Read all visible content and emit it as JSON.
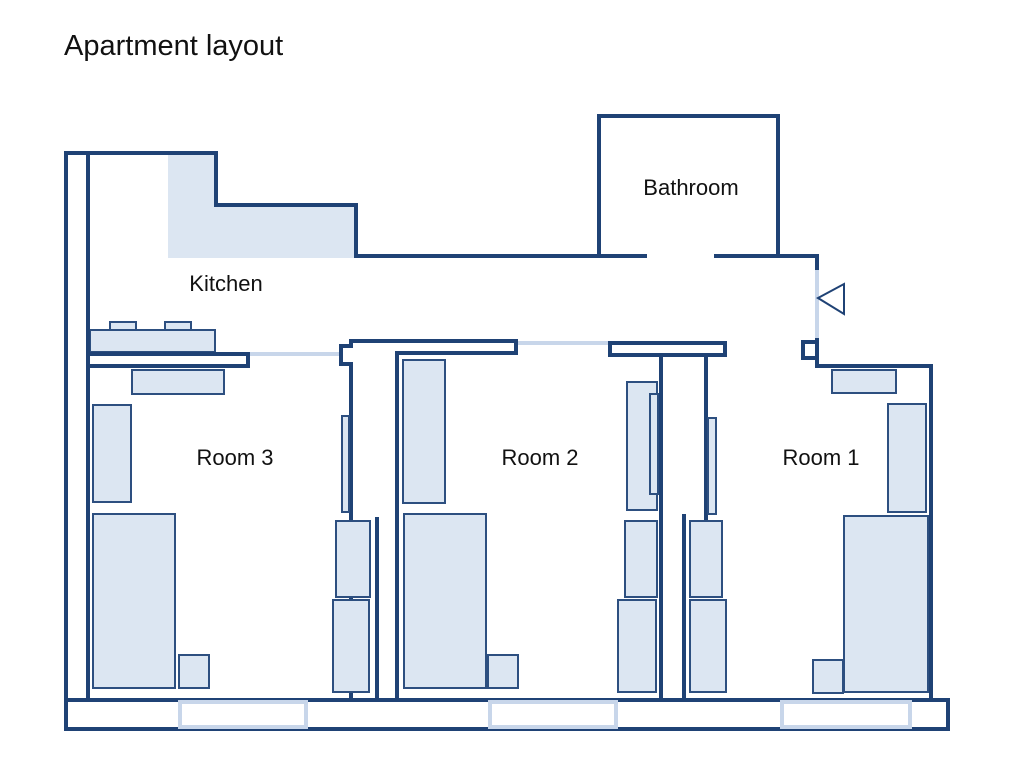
{
  "title": "Apartment layout",
  "rooms": {
    "bathroom": "Bathroom",
    "kitchen": "Kitchen",
    "room3": "Room 3",
    "room2": "Room 2",
    "room1": "Room 1"
  },
  "colors": {
    "wall": "#1f4275",
    "furniture_fill": "#dce6f2",
    "furniture_stroke": "#2d4f80",
    "window": "#c8d6ea"
  }
}
